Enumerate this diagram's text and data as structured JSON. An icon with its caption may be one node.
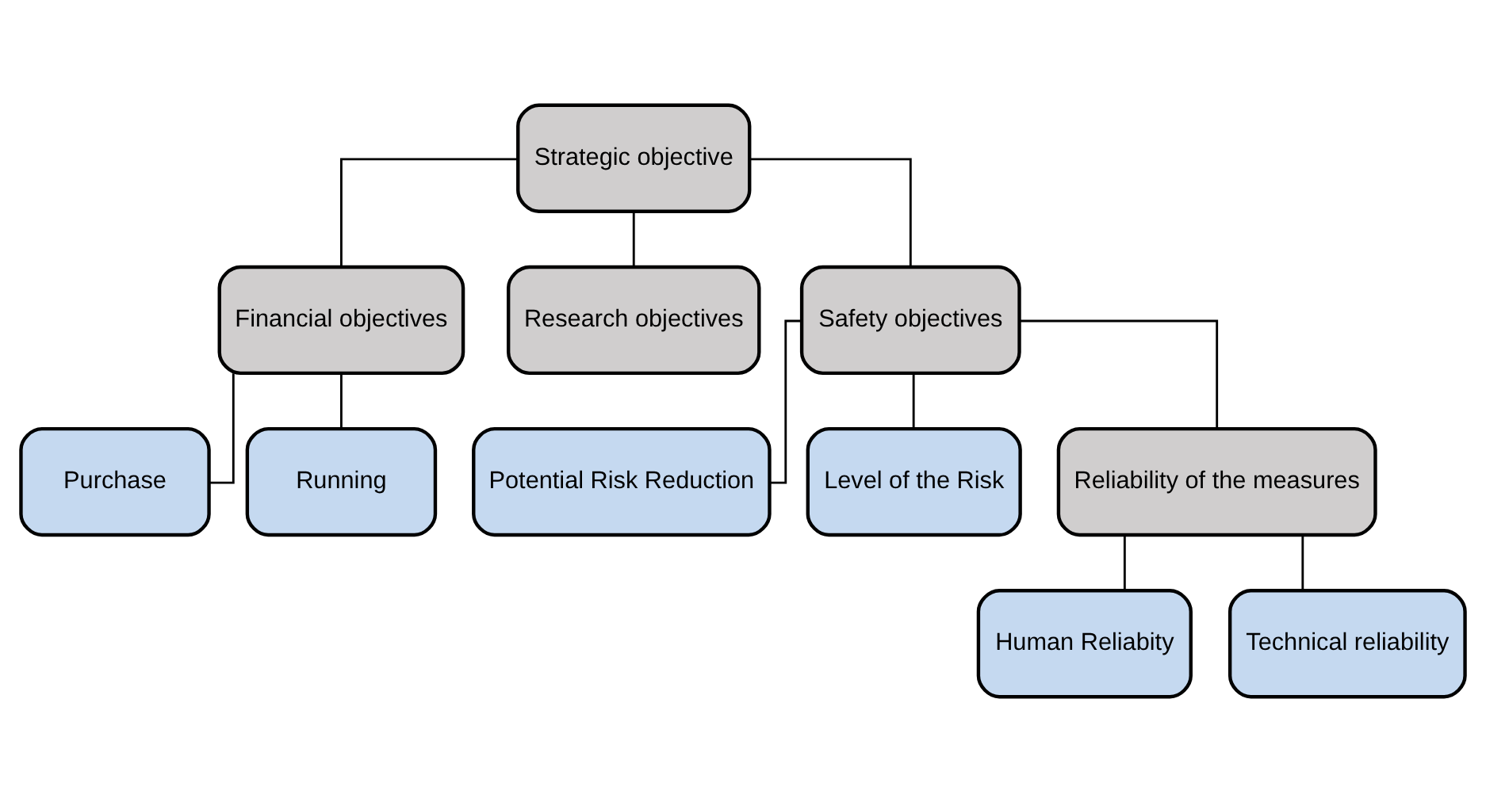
{
  "diagram": {
    "nodes": [
      {
        "text": [
          "Strategic objective"
        ]
      },
      {
        "text": [
          "Financial objectives"
        ]
      },
      {
        "text": [
          "Research objectives"
        ]
      },
      {
        "text": [
          "Safety objectives"
        ]
      },
      {
        "text": [
          "Purchase"
        ]
      },
      {
        "text": [
          "Running"
        ]
      },
      {
        "text": [
          "Potential Risk Reduction"
        ]
      },
      {
        "text": [
          "Level of the Risk"
        ]
      },
      {
        "text": [
          "Reliability of the measures"
        ]
      },
      {
        "text": [
          "Human Reliabity"
        ]
      },
      {
        "text": [
          "Technical reliability"
        ]
      }
    ],
    "edges": [
      {
        "from": 0,
        "to": 1,
        "arrow": "none"
      },
      {
        "from": 0,
        "to": 2,
        "arrow": "none"
      },
      {
        "from": 0,
        "to": 3,
        "arrow": "none"
      },
      {
        "from": 1,
        "to": 4,
        "arrow": "none"
      },
      {
        "from": 1,
        "to": 5,
        "arrow": "none"
      },
      {
        "from": 3,
        "to": 6,
        "arrow": "none"
      },
      {
        "from": 3,
        "to": 7,
        "arrow": "none"
      },
      {
        "from": 3,
        "to": 8,
        "arrow": "none"
      },
      {
        "from": 8,
        "to": 9,
        "arrow": "none"
      },
      {
        "from": 8,
        "to": 10,
        "arrow": "none"
      }
    ]
  }
}
